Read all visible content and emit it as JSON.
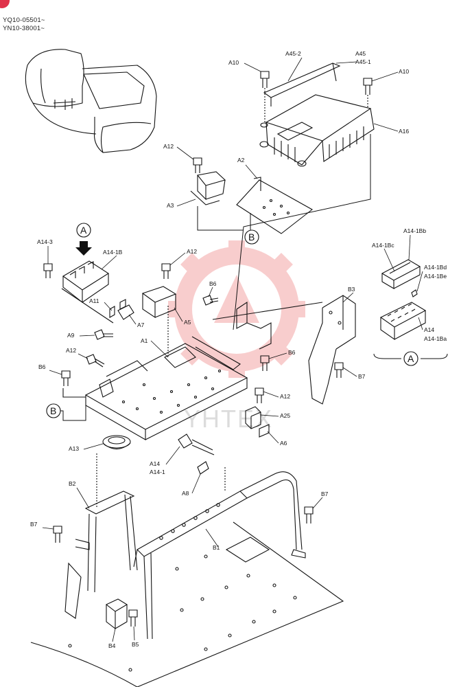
{
  "header": {
    "serial_line_1": "YQ10-05501~",
    "serial_line_2": "YN10-38001~"
  },
  "watermark": {
    "text": "YHTEX",
    "color": "#f4a6a6"
  },
  "callouts": {
    "a": "A",
    "b": "B"
  },
  "labels": {
    "A10_left": "A10",
    "A10_right": "A10",
    "A45_2": "A45-2",
    "A45": "A45",
    "A45_1": "A45-1",
    "A16": "A16",
    "A12_top": "A12",
    "A2": "A2",
    "A3": "A3",
    "A14_3": "A14-3",
    "A14_1B": "A14-1B",
    "A12_mid": "A12",
    "B6_top": "B6",
    "A11": "A11",
    "A7": "A7",
    "A5": "A5",
    "A9": "A9",
    "A1": "A1",
    "A12_left": "A12",
    "B3": "B3",
    "B6_left": "B6",
    "B6_right": "B6",
    "B7_right": "B7",
    "A12_lower": "A12",
    "A25": "A25",
    "A6": "A6",
    "A13": "A13",
    "A14": "A14",
    "A14_1": "A14-1",
    "A8": "A8",
    "B2": "B2",
    "B7_left": "B7",
    "B7_far_right": "B7",
    "B1": "B1",
    "B4": "B4",
    "B5": "B5",
    "A14_1Bb": "A14-1Bb",
    "A14_1Bc": "A14-1Bc",
    "A14_1Bd": "A14-1Bd",
    "A14_1Be": "A14-1Be",
    "A14_detail": "A14",
    "A14_1Ba": "A14-1Ba"
  }
}
